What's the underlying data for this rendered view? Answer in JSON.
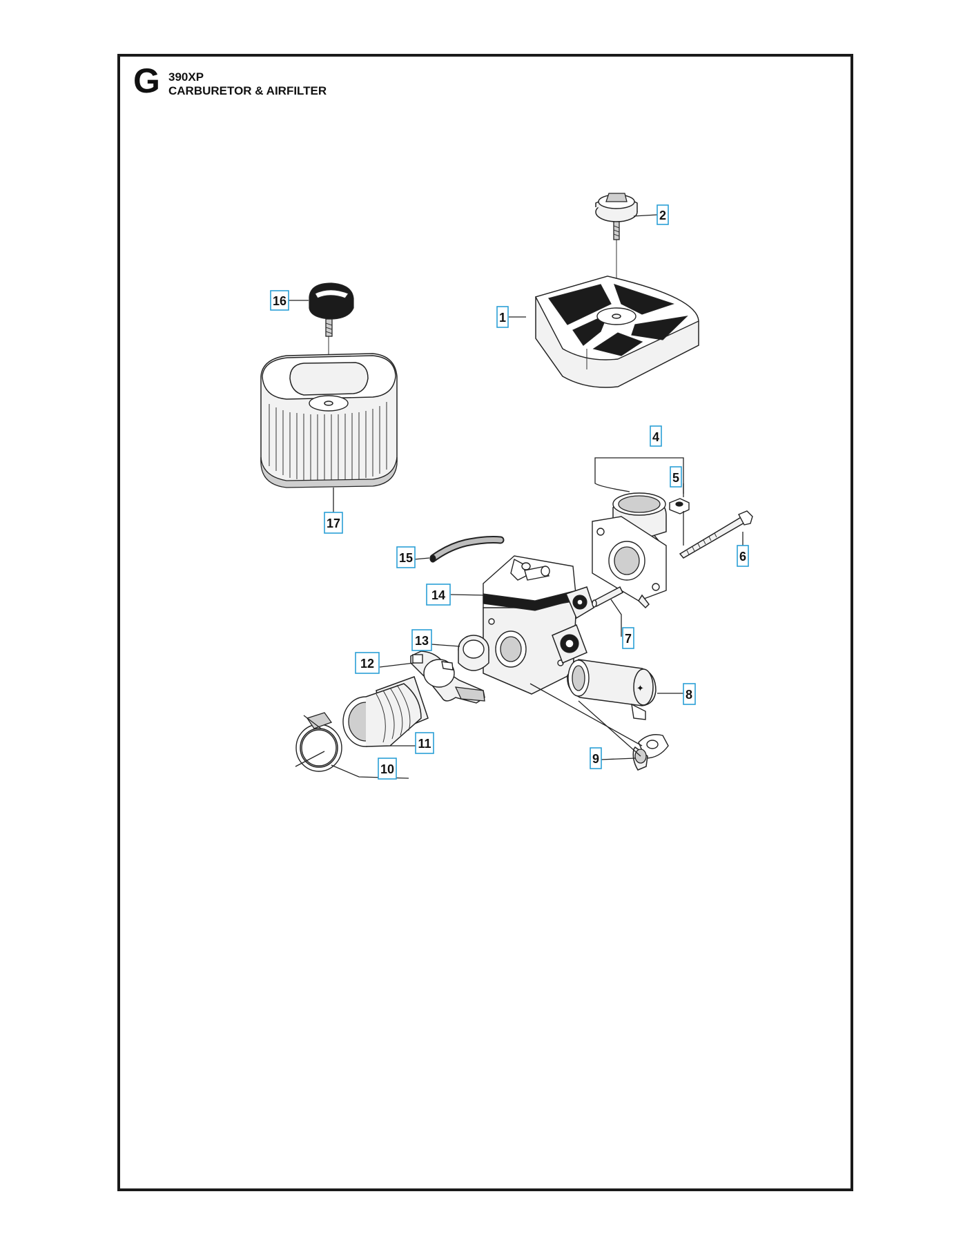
{
  "header": {
    "section_letter": "G",
    "model": "390XP",
    "title": "CARBURETOR & AIRFILTER"
  },
  "callouts": [
    {
      "id": "1",
      "label": "1"
    },
    {
      "id": "2",
      "label": "2"
    },
    {
      "id": "4",
      "label": "4"
    },
    {
      "id": "5",
      "label": "5"
    },
    {
      "id": "6",
      "label": "6"
    },
    {
      "id": "7",
      "label": "7"
    },
    {
      "id": "8",
      "label": "8"
    },
    {
      "id": "9",
      "label": "9"
    },
    {
      "id": "10",
      "label": "10"
    },
    {
      "id": "11",
      "label": "11"
    },
    {
      "id": "12",
      "label": "12"
    },
    {
      "id": "13",
      "label": "13"
    },
    {
      "id": "14",
      "label": "14"
    },
    {
      "id": "15",
      "label": "15"
    },
    {
      "id": "16",
      "label": "16"
    },
    {
      "id": "17",
      "label": "17"
    }
  ],
  "colors": {
    "callout_border": "#2a9fd6",
    "frame": "#1a1a1a",
    "ink": "#111111"
  }
}
